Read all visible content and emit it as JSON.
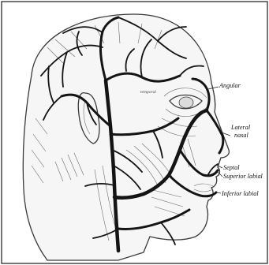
{
  "labels": {
    "angular": "Angular",
    "lateral_nasal_1": "Lateral",
    "lateral_nasal_2": "nasal",
    "septal": "Septal",
    "superior_labial": "Superior labial",
    "inferior_labial": "Inferior labial"
  },
  "faint_labels": {
    "temporal": "temporal"
  }
}
